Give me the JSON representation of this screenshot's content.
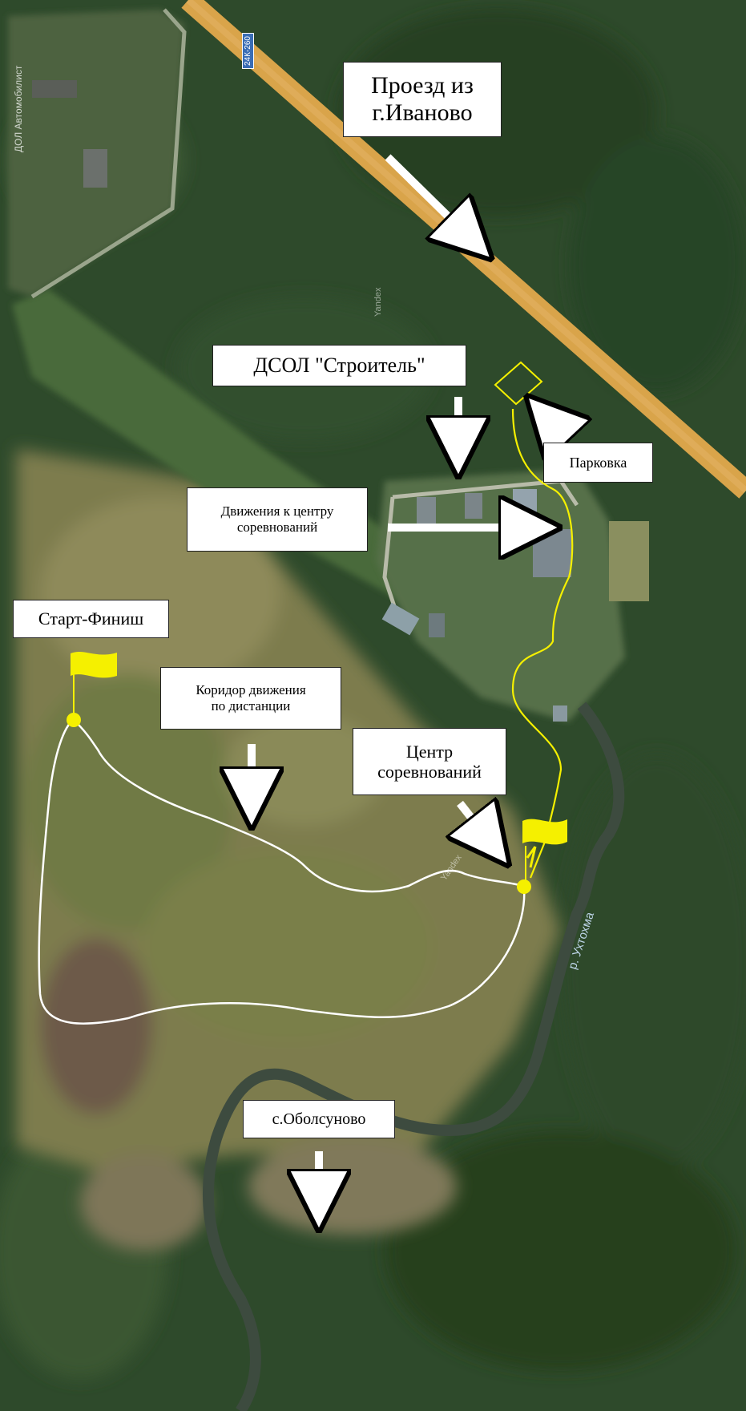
{
  "labels": {
    "from_ivanovo": "Проезд из\nг.Иваново",
    "camp": "ДСОЛ \"Строитель\"",
    "parking": "Парковка",
    "to_center": "Движения к центру\nсоревнований",
    "start_finish": "Старт-Финиш",
    "corridor": "Коридор движения\nпо дистанции",
    "center": "Центр\nсоревнований",
    "village": "с.Оболсуново"
  },
  "map_text": {
    "dol_name": "ДОЛ Автомобилист",
    "road_code": "24К-260",
    "yandex_1": "Yandex",
    "yandex_2": "Yandex",
    "river": "р. Ухтохма"
  },
  "colors": {
    "forest": "#2f4a2a",
    "road": "#d9a44a",
    "route_yellow": "#f5f000",
    "course_white": "#ffffff",
    "river": "#3a4a3e"
  }
}
